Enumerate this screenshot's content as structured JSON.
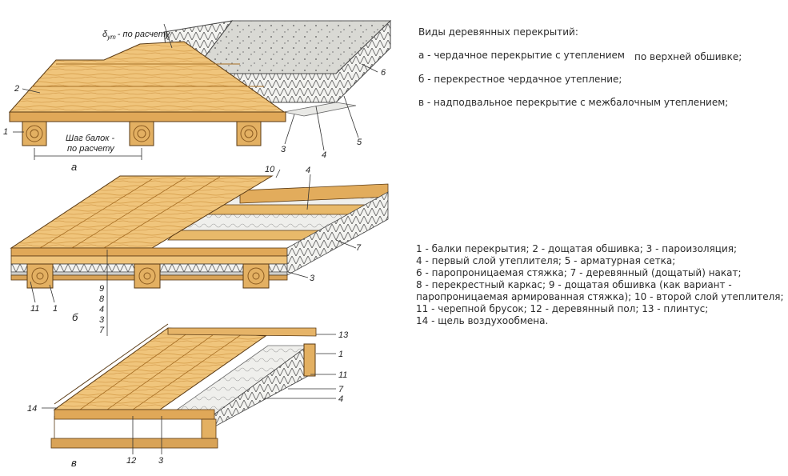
{
  "title": "Виды деревянных перекрытий:",
  "types": {
    "a_part1": "а - чердачное перекрытие с утеплением",
    "a_part2": "по верхней обшивке;",
    "b": "б - перекрестное чердачное утепление;",
    "v": "в - надподвальное перекрытие с межбалочным утеплением;"
  },
  "legend_lines": [
    "1 - балки перекрытия; 2 - дощатая обшивка; 3 - пароизоляция;",
    "4 - первый слой утеплителя; 5 - арматурная сетка;",
    "6 - паропроницаемая стяжка; 7 - деревянный (дощатый) накат;",
    "8 - перекрестный каркас; 9 - дощатая обшивка (как вариант -",
    "паропроницаемая армированная стяжка); 10 - второй слой утеплителя;",
    "11 - черепной брусок; 12 - деревянный пол; 13 - плинтус;",
    "14 - щель воздухообмена."
  ],
  "figure_a": {
    "letter": "а",
    "dim_symbol": "δ",
    "dim_subscript": "ут",
    "dim_text": "- по расчету",
    "spacing_line1": "Шаг балок -",
    "spacing_line2": "по расчету",
    "callouts": [
      "1",
      "2",
      "3",
      "4",
      "5",
      "6"
    ]
  },
  "figure_b": {
    "letter": "б",
    "stack_labels": [
      "9",
      "8",
      "4",
      "3",
      "7"
    ],
    "callouts": [
      "10",
      "4",
      "7",
      "3",
      "11",
      "1"
    ]
  },
  "figure_v": {
    "letter": "в",
    "callouts": [
      "13",
      "1",
      "11",
      "7",
      "4",
      "14",
      "12",
      "3"
    ]
  },
  "colors": {
    "wood_light": "#f2cc86",
    "wood_mid": "#e3b062",
    "wood_dark": "#b98235",
    "insulation": "#e8e8e4",
    "screed": "#c9c9c4",
    "outline": "#3a2a14"
  }
}
